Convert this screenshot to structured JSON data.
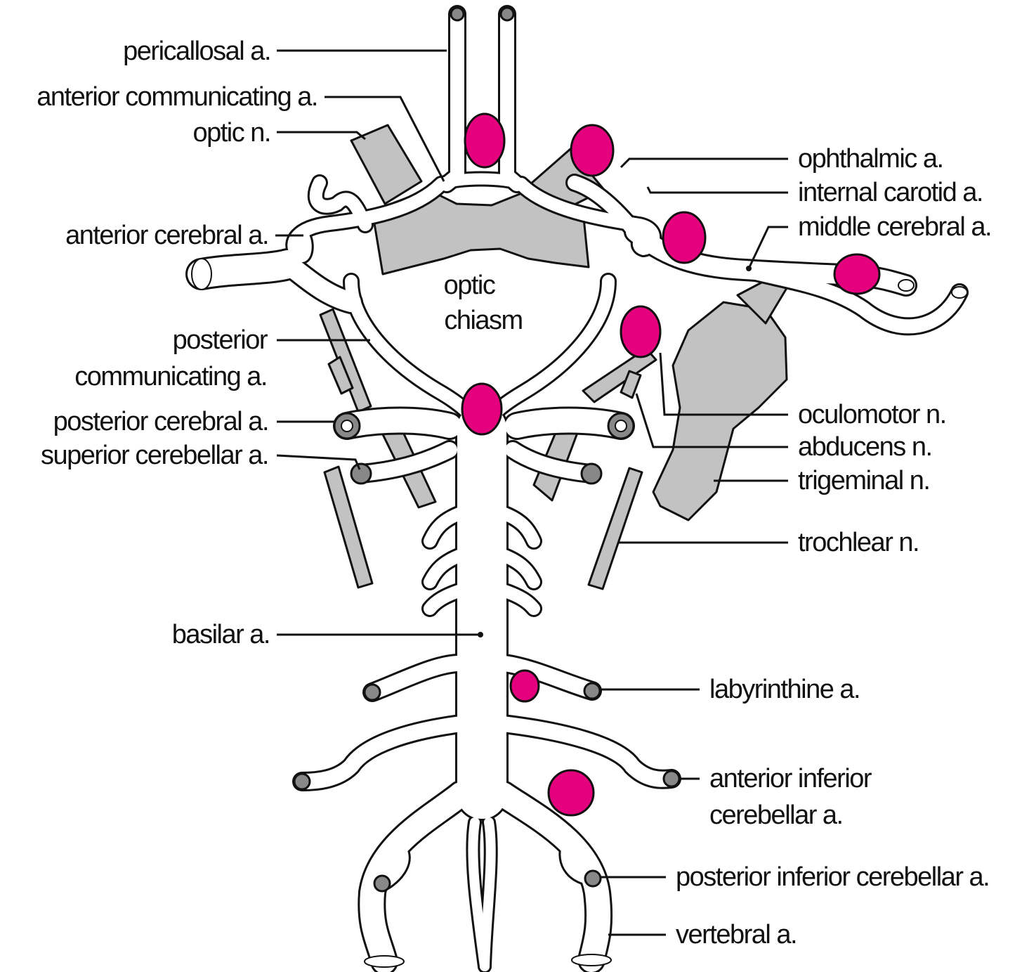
{
  "colors": {
    "aneurysm": "#e5007e",
    "nerve": "#c2c2c2",
    "line": "#111111",
    "background": "#ffffff"
  },
  "labels": {
    "pericallosal": "pericallosal a.",
    "anterior_communicating": "anterior communicating a.",
    "optic_n": "optic n.",
    "anterior_cerebral": "anterior cerebral a.",
    "posterior_communicating_1": "posterior",
    "posterior_communicating_2": "communicating a.",
    "posterior_cerebral": "posterior cerebral a.",
    "superior_cerebellar": "superior cerebellar a.",
    "basilar": "basilar a.",
    "ophthalmic": "ophthalmic a.",
    "internal_carotid": "internal carotid a.",
    "middle_cerebral": "middle cerebral a.",
    "oculomotor": "oculomotor n.",
    "abducens": "abducens n.",
    "trigeminal": "trigeminal n.",
    "trochlear": "trochlear n.",
    "labyrinthine": "labyrinthine a.",
    "anterior_inferior_1": "anterior inferior",
    "anterior_inferior_2": "cerebellar a.",
    "posterior_inferior": "posterior inferior cerebellar a.",
    "vertebral": "vertebral a.",
    "optic_chiasm_1": "optic",
    "optic_chiasm_2": "chiasm"
  }
}
